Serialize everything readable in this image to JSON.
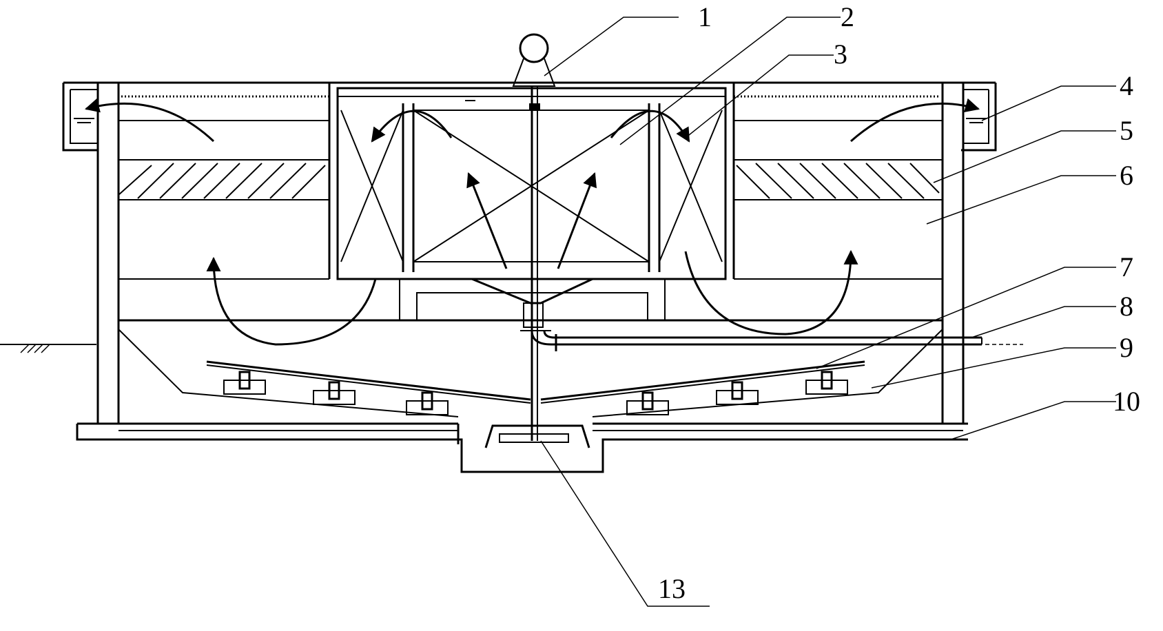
{
  "labels": [
    {
      "id": "1",
      "text": "1"
    },
    {
      "id": "2",
      "text": "2"
    },
    {
      "id": "3",
      "text": "3"
    },
    {
      "id": "4",
      "text": "4"
    },
    {
      "id": "5",
      "text": "5"
    },
    {
      "id": "6",
      "text": "6"
    },
    {
      "id": "7",
      "text": "7"
    },
    {
      "id": "8",
      "text": "8"
    },
    {
      "id": "9",
      "text": "9"
    },
    {
      "id": "10",
      "text": "10"
    },
    {
      "id": "13",
      "text": "13"
    }
  ],
  "colors": {
    "line": "#000000",
    "background": "#ffffff"
  }
}
